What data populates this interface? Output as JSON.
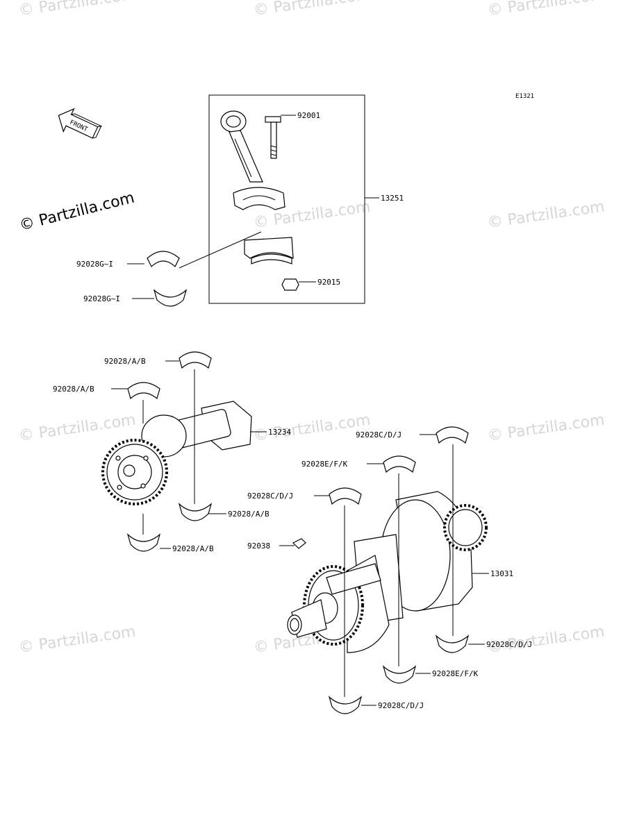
{
  "diagram_code": "E1321",
  "front_label": "FRONT",
  "copyright": "© Partzilla.com",
  "watermark_text": "© Partzilla.com",
  "labels": {
    "bolt": "92001",
    "connecting_rod": "13251",
    "nut": "92015",
    "rod_bearing_upper": "92028G~I",
    "rod_bearing_lower": "92028G~I",
    "balancer_bearing_1": "92028/A/B",
    "balancer_bearing_2": "92028/A/B",
    "balancer_bearing_3": "92028/A/B",
    "balancer_bearing_4": "92028/A/B",
    "balancer_shaft": "13234",
    "main_bearing_cdj_1": "92028C/D/J",
    "main_bearing_efk_1": "92028E/F/K",
    "main_bearing_cdj_2": "92028C/D/J",
    "key": "92038",
    "crankshaft": "13031",
    "main_bearing_cdj_3": "92028C/D/J",
    "main_bearing_efk_2": "92028E/F/K",
    "main_bearing_cdj_4": "92028C/D/J"
  },
  "colors": {
    "line": "#000000",
    "watermark": "#d6d6d6",
    "background": "#ffffff"
  }
}
